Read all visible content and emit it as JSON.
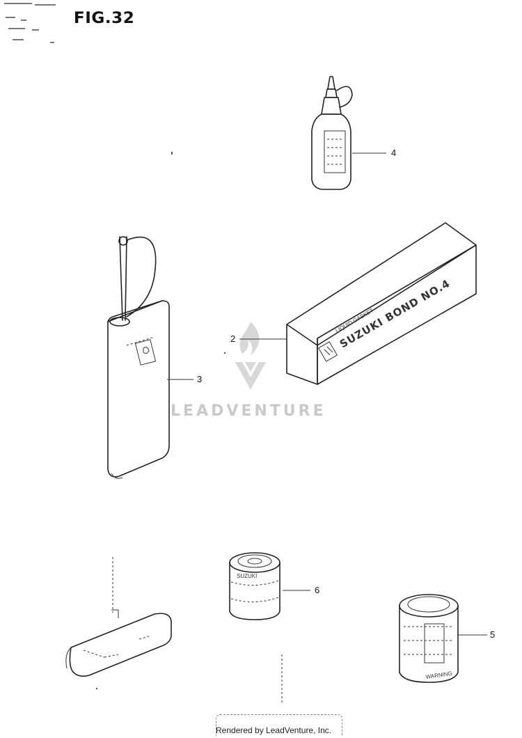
{
  "figure": {
    "title": "FIG.32"
  },
  "callouts": {
    "item2": "2",
    "item3": "3",
    "item4": "4",
    "item5": "5",
    "item6": "6"
  },
  "parts": {
    "box_brand": "SUZUKI BOND NO.4",
    "box_sub": "LIQUID GASKET",
    "can6_brand": "SUZUKI",
    "can5_brand": "WARNING"
  },
  "watermark": "LEADVENTURE",
  "footer": "Rendered by LeadVenture, Inc."
}
